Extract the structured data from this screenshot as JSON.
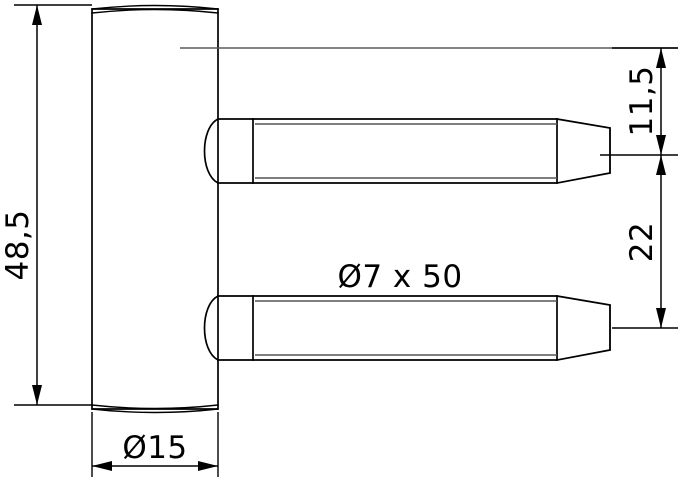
{
  "drawing": {
    "title": "Technical drawing - hinge pin plate assembly",
    "background_color": "#ffffff",
    "line_color": "#000000",
    "shade_color": "#555555",
    "dimensions": {
      "height_overall": {
        "label": "48,5",
        "orientation": "vertical",
        "position": "left"
      },
      "plate_width": {
        "label": "Ø15",
        "orientation": "horizontal",
        "position": "bottom"
      },
      "pin_spec": {
        "label": "Ø7 x 50",
        "orientation": "horizontal",
        "position": "center"
      },
      "upper_offset": {
        "label": "11,5",
        "orientation": "vertical",
        "position": "right-top"
      },
      "pin_spacing": {
        "label": "22",
        "orientation": "vertical",
        "position": "right-bottom"
      }
    },
    "parts": [
      {
        "name": "mounting-plate",
        "shape": "rectangle-rounded-ends"
      },
      {
        "name": "upper-pin",
        "shape": "tapered-cylinder"
      },
      {
        "name": "lower-pin",
        "shape": "tapered-cylinder"
      }
    ]
  }
}
